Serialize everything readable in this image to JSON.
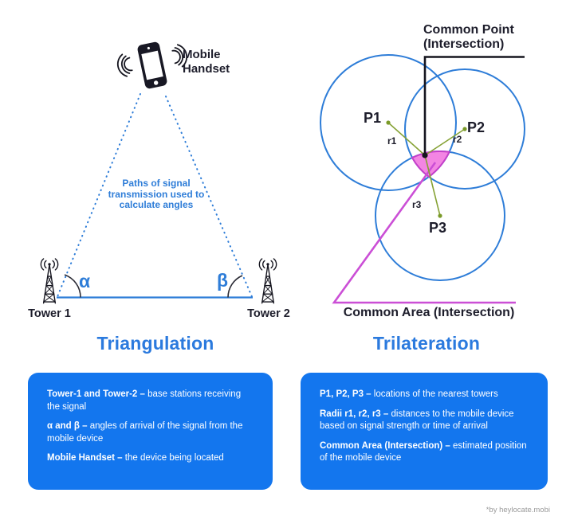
{
  "triangulation": {
    "title": "Triangulation",
    "mobile_handset_label": "Mobile Handset",
    "paths_note": "Paths of signal transmission used to calculate angles",
    "alpha": "α",
    "beta": "β",
    "tower1_label": "Tower 1",
    "tower2_label": "Tower 2"
  },
  "trilateration": {
    "title": "Trilateration",
    "common_point_label": "Common Point (Intersection)",
    "common_area_label": "Common Area (Intersection)",
    "p1": "P1",
    "p2": "P2",
    "p3": "P3",
    "r1": "r1",
    "r2": "r2",
    "r3": "r3"
  },
  "legend": {
    "left": {
      "items": [
        {
          "lead": "Tower-1 and Tower-2 –",
          "rest": " base stations receiving the signal"
        },
        {
          "lead": "α and β –",
          "rest": " angles of arrival of the signal from the mobile device"
        },
        {
          "lead": "Mobile Handset –",
          "rest": " the device being located"
        }
      ]
    },
    "right": {
      "items": [
        {
          "lead": "P1, P2, P3 –",
          "rest": " locations of the nearest towers"
        },
        {
          "lead": "Radii r1, r2, r3 –",
          "rest": " distances to the mobile device based on signal strength or time of arrival"
        },
        {
          "lead": "Common Area (Intersection) –",
          "rest": " estimated position of the mobile device"
        }
      ]
    }
  },
  "footer": {
    "credit": "*by heylocate.mobi"
  },
  "colors": {
    "line_blue": "#2e7dd8",
    "title_blue": "#2b7ade",
    "box_blue": "#1376ee",
    "dark": "#1d1d2b",
    "magenta": "#cb4fd6",
    "pink_fill": "#f385e3",
    "pink_stroke": "#c43fc9",
    "green": "#86a235"
  }
}
